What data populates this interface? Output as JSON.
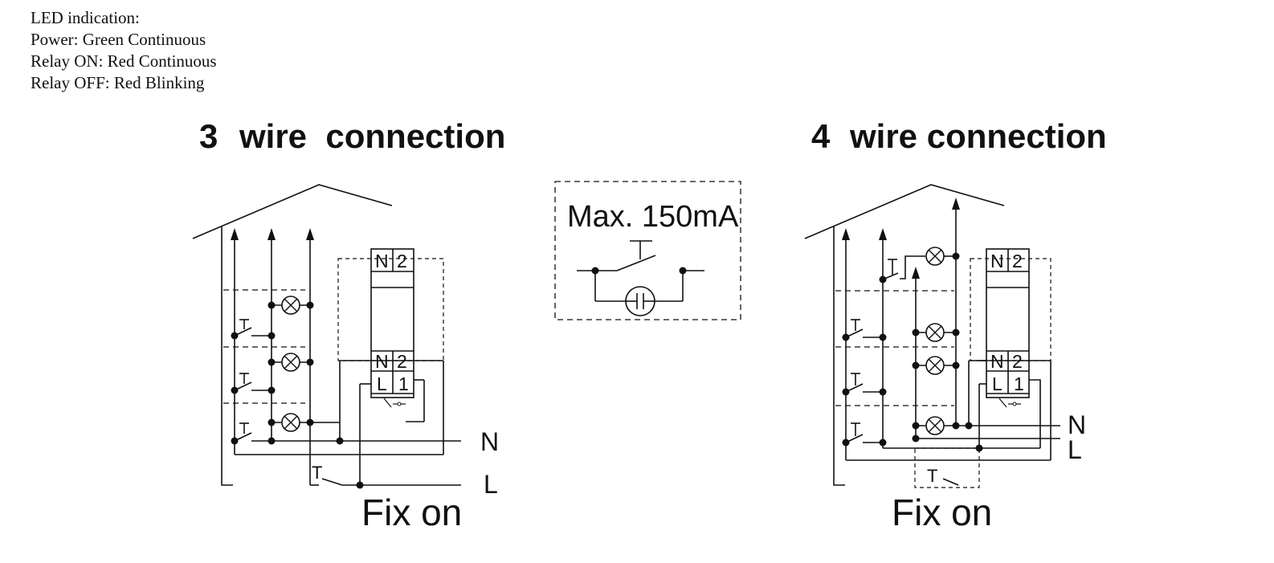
{
  "led": {
    "heading": "LED indication:",
    "power": "Power: Green Continuous",
    "relay_on": "Relay ON: Red Continuous",
    "relay_off": "Relay OFF: Red Blinking"
  },
  "three_wire": {
    "title_num": "3",
    "title_text": "wire  connection",
    "neutral": "N",
    "line": "L",
    "switch_label": "T",
    "fix": "Fix on",
    "terminals": {
      "n": "N",
      "two": "2",
      "l": "L",
      "one": "1"
    }
  },
  "four_wire": {
    "title_num": "4",
    "title_text": "wire connection",
    "neutral": "N",
    "line": "L",
    "switch_label": "T",
    "fix": "Fix on",
    "terminals": {
      "n": "N",
      "two": "2",
      "l": "L",
      "one": "1"
    }
  },
  "max_box": {
    "label": "Max. 150mA"
  }
}
